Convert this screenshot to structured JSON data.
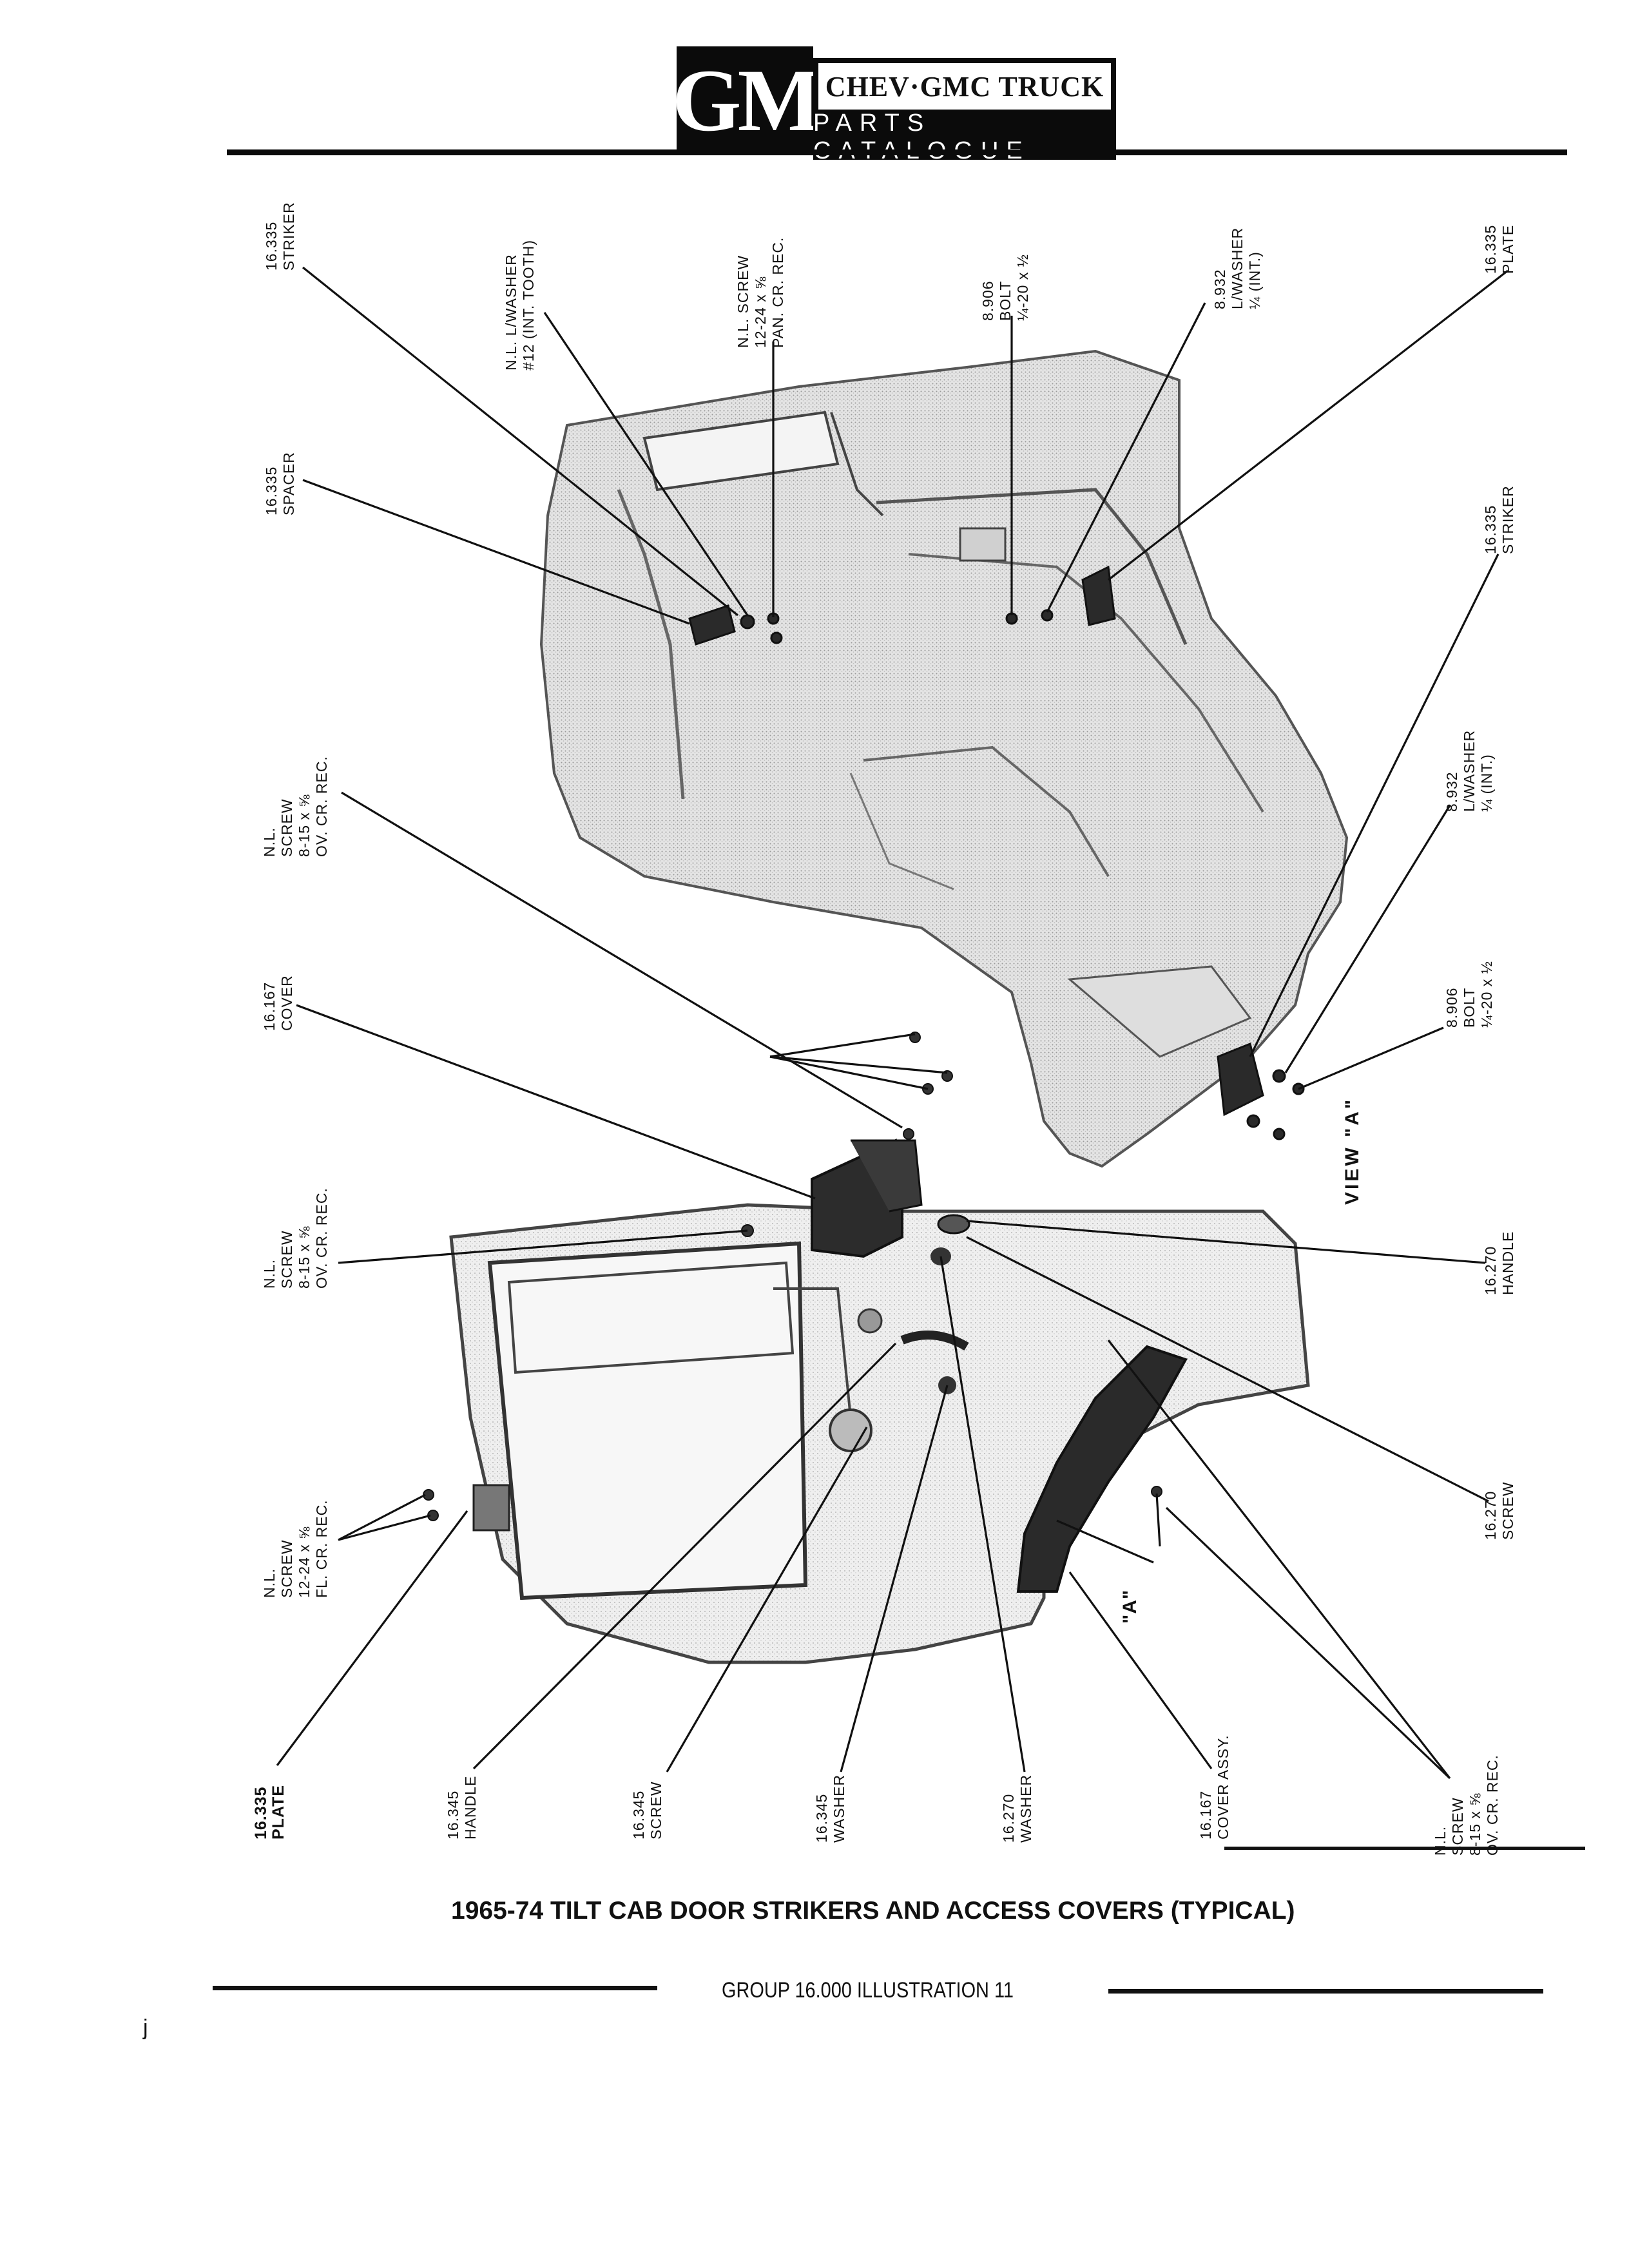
{
  "header": {
    "logo": "GM",
    "title": "CHEV·GMC TRUCK",
    "subtitle": "PARTS CATALOGUE"
  },
  "callouts": {
    "top_striker": [
      "16.335",
      "STRIKER"
    ],
    "nl_lwasher_top": [
      "N.L. L/WASHER",
      "#12 (INT. TOOTH)"
    ],
    "nl_screw_pan": [
      "N.L. SCREW",
      "12-24 x ⅝",
      "PAN. CR. REC."
    ],
    "bolt_top": [
      "8.906",
      "BOLT",
      "¼-20 x ½"
    ],
    "lwasher_top": [
      "8.932",
      "L/WASHER",
      "¼ (INT.)"
    ],
    "plate_top": [
      "16.335",
      "PLATE"
    ],
    "spacer": [
      "16.335",
      "SPACER"
    ],
    "striker_right": [
      "16.335",
      "STRIKER"
    ],
    "nl_screw_ov_upper": [
      "N.L.",
      "SCREW",
      "8-15 x ⅝",
      "OV. CR. REC."
    ],
    "lwasher_right": [
      "8.932",
      "L/WASHER",
      "¼ (INT.)"
    ],
    "cover": [
      "16.167",
      "COVER"
    ],
    "bolt_right": [
      "8.906",
      "BOLT",
      "¼-20 x ½"
    ],
    "view_a": "VIEW \"A\"",
    "nl_screw_ov_mid": [
      "N.L.",
      "SCREW",
      "8-15 x ⅝",
      "OV. CR. REC."
    ],
    "handle_right": [
      "16.270",
      "HANDLE"
    ],
    "nl_screw_fl": [
      "N.L.",
      "SCREW",
      "12-24 x ⅝",
      "FL. CR. REC."
    ],
    "screw_right": [
      "16.270",
      "SCREW"
    ],
    "a_marker": "\"A\"",
    "plate_bottom": [
      "16.335",
      "PLATE"
    ],
    "handle_bottom": [
      "16.345",
      "HANDLE"
    ],
    "screw_bottom": [
      "16.345",
      "SCREW"
    ],
    "washer_bottom": [
      "16.345",
      "WASHER"
    ],
    "washer_270": [
      "16.270",
      "WASHER"
    ],
    "cover_assy": [
      "16.167",
      "COVER ASSY."
    ],
    "nl_screw_ov_bottom": [
      "N.L.",
      "SCREW",
      "8-15 x ⅝",
      "OV. CR. REC."
    ]
  },
  "caption": "1965-74 TILT CAB DOOR STRIKERS AND ACCESS COVERS (TYPICAL)",
  "footer": "GROUP 16.000 ILLUSTRATION 11",
  "stray_mark": "j"
}
